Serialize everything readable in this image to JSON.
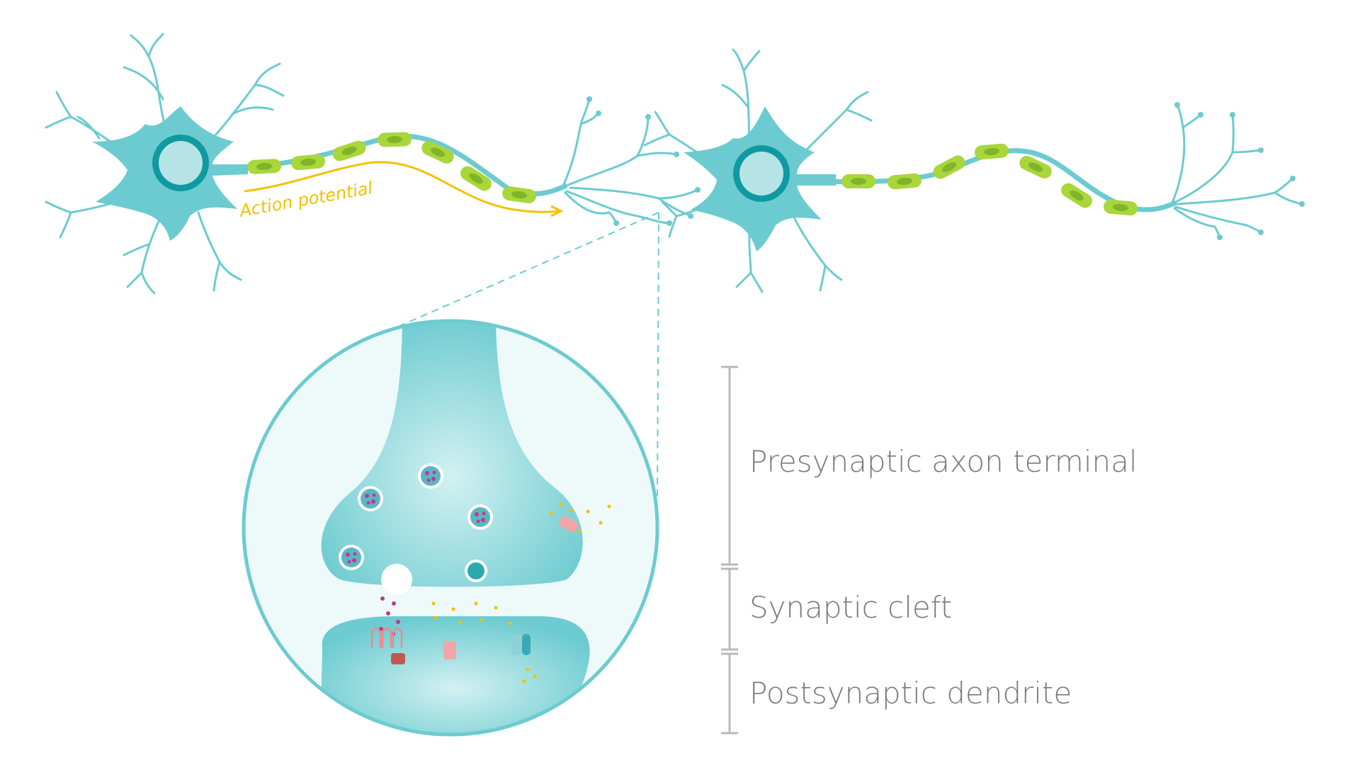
{
  "labels": {
    "action_potential": "Action potential",
    "presynaptic": "Presynaptic axon terminal",
    "cleft": "Synaptic cleft",
    "postsynaptic": "Postsynaptic dendrite"
  },
  "colors": {
    "neuron": "#6ccbd0",
    "nucleus": "#0f9aa0",
    "nucleus_inner": "#b6e3e6",
    "myelin": "#a9d63a",
    "myelin_dark": "#7fb52a",
    "action_potential": "#f2c200",
    "bracket": "#b9b9b9",
    "circle_bg": "#eef9fa",
    "vesicle": "#c23a8a",
    "neurotransmitter": "#f2c200"
  }
}
